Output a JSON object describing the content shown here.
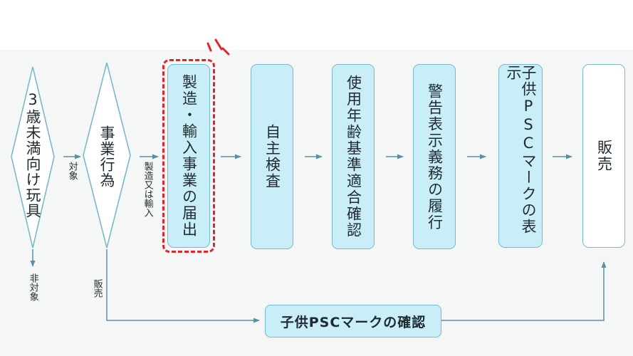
{
  "diagram": {
    "nodes": {
      "target_decision": "3歳未満向け玩具",
      "action_decision": "事業行為",
      "notification": "製造・輸入事業の届出",
      "self_inspection": "自主検査",
      "age_standard": "使用年齢基準適合確認",
      "warning_label": "警告表示義務の履行",
      "psc_label": "子供PSCマークの表示",
      "sale": "販売",
      "psc_confirm": "子供PSCマークの確認"
    },
    "edge_labels": {
      "target": "対象",
      "not_target": "非対象",
      "manufacture_import": "製造又は輸入",
      "sale": "販売"
    },
    "colors": {
      "box_fill": "#c9eef7",
      "box_border": "#7ab9c9",
      "arrow": "#5a8fa8",
      "highlight": "#e1232b"
    }
  }
}
